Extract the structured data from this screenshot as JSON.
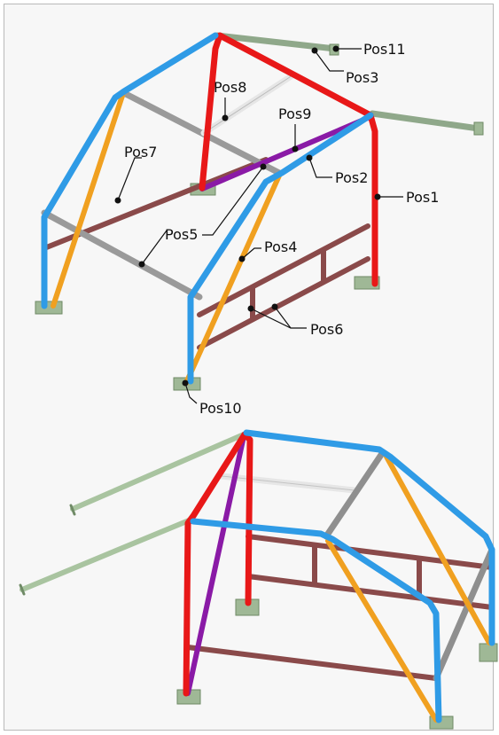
{
  "labels": {
    "pos1": "Pos1",
    "pos2": "Pos2",
    "pos3": "Pos3",
    "pos4": "Pos4",
    "pos5": "Pos5",
    "pos6": "Pos6",
    "pos7": "Pos7",
    "pos8": "Pos8",
    "pos9": "Pos9",
    "pos10": "Pos10",
    "pos11": "Pos11"
  },
  "colors": {
    "blue": "#2f9be6",
    "red": "#e81818",
    "orange": "#f0a020",
    "purple": "#8a1aa6",
    "maroon": "#8a4a4a",
    "gray": "#9a9a9a",
    "lightgray": "#e6e6e6",
    "green": "#a9c4a0",
    "base": "#9fb896"
  }
}
